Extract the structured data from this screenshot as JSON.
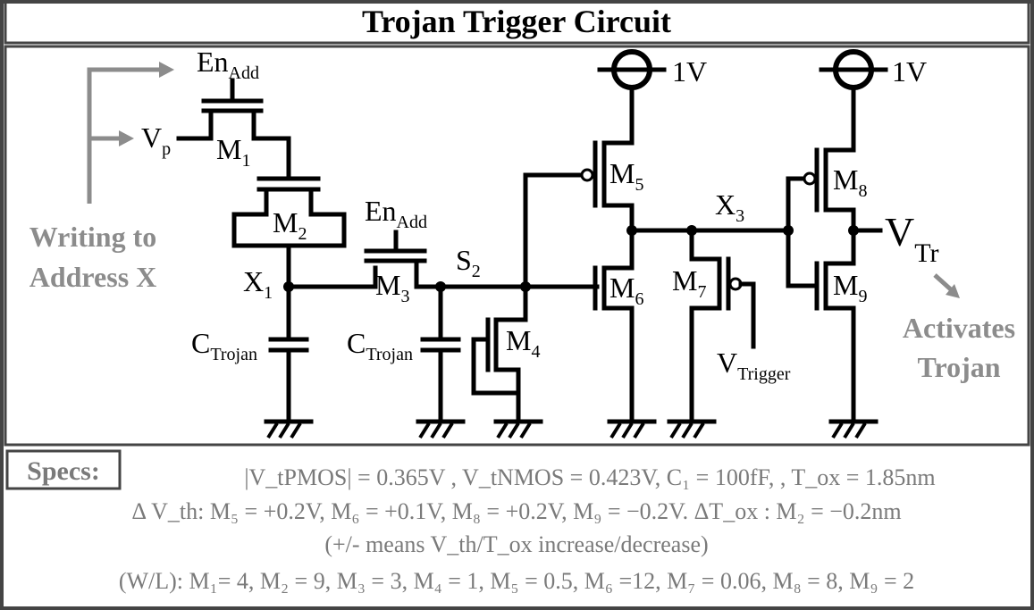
{
  "title": "Trojan Trigger Circuit",
  "labels": {
    "en_add_1": {
      "main": "En",
      "sub": "Add"
    },
    "en_add_2": {
      "main": "En",
      "sub": "Add"
    },
    "vp": {
      "main": "V",
      "sub": "p"
    },
    "m1": {
      "main": "M",
      "sub": "1"
    },
    "m2": {
      "main": "M",
      "sub": "2"
    },
    "m3": {
      "main": "M",
      "sub": "3"
    },
    "m4": {
      "main": "M",
      "sub": "4"
    },
    "m5": {
      "main": "M",
      "sub": "5"
    },
    "m6": {
      "main": "M",
      "sub": "6"
    },
    "m7": {
      "main": "M",
      "sub": "7"
    },
    "m8": {
      "main": "M",
      "sub": "8"
    },
    "m9": {
      "main": "M",
      "sub": "9"
    },
    "x1": {
      "main": "X",
      "sub": "1"
    },
    "s2": {
      "main": "S",
      "sub": "2"
    },
    "x3": {
      "main": "X",
      "sub": "3"
    },
    "ctrojan_1": {
      "main": "C",
      "sub": "Trojan"
    },
    "ctrojan_2": {
      "main": "C",
      "sub": "Trojan"
    },
    "vtrigger": {
      "main": "V",
      "sub": "Trigger"
    },
    "vtr": {
      "main": "V",
      "sub": "Tr"
    },
    "vdd_1": "1V",
    "vdd_2": "1V",
    "writing_line1": "Writing to",
    "writing_line2": "Address X",
    "activates_line1": "Activates",
    "activates_line2": "Trojan"
  },
  "specs": {
    "heading": "Specs:",
    "line1": "|V_tPMOS| = 0.365V , V_tNMOS = 0.423V, C₁ = 100fF, , T_ox = 1.85nm",
    "line2": "Δ V_th: M₅ = +0.2V, M₆ = +0.1V, M₈ = +0.2V, M₉ = −0.2V. ΔT_ox : M₂ = −0.2nm",
    "line3": "(+/- means V_th/T_ox increase/decrease)",
    "line4": "(W/L): M₁= 4, M₂ = 9, M₃ = 3, M₄ = 1, M₅ = 0.5, M₆ =12, M₇ = 0.06, M₈ = 8, M₉ = 2"
  },
  "colors": {
    "border": "#444444",
    "wire": "#000000",
    "annotation_gray": "#8c8c8c",
    "spec_gray": "#7a7a7a"
  }
}
